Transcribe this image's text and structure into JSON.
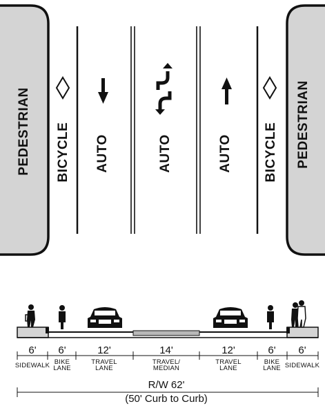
{
  "plan": {
    "left_zone_label": "PEDESTRIAN",
    "right_zone_label": "PEDESTRIAN",
    "left_bike_label": "BICYCLE",
    "right_bike_label": "BICYCLE",
    "lane_labels": [
      "AUTO",
      "AUTO",
      "AUTO"
    ],
    "icons": [
      "diamond-marking",
      "arrow-down",
      "two-way-turn-arrows",
      "arrow-up",
      "diamond-marking"
    ]
  },
  "section": {
    "widths": [
      "6'",
      "6'",
      "12'",
      "14'",
      "12'",
      "6'",
      "6'"
    ],
    "names": [
      "SIDEWALK",
      "BIKE\nLANE",
      "TRAVEL\nLANE",
      "TRAVEL/\nMEDIAN",
      "TRAVEL\nLANE",
      "BIKE\nLANE",
      "SIDEWALK"
    ],
    "right_of_way": "R/W 62'",
    "curb_to_curb": "(50' Curb to Curb)"
  },
  "colors": {
    "sidewalk_fill": "#d4d4d4",
    "median_fill": "#b8b8b8",
    "line": "#111111"
  }
}
